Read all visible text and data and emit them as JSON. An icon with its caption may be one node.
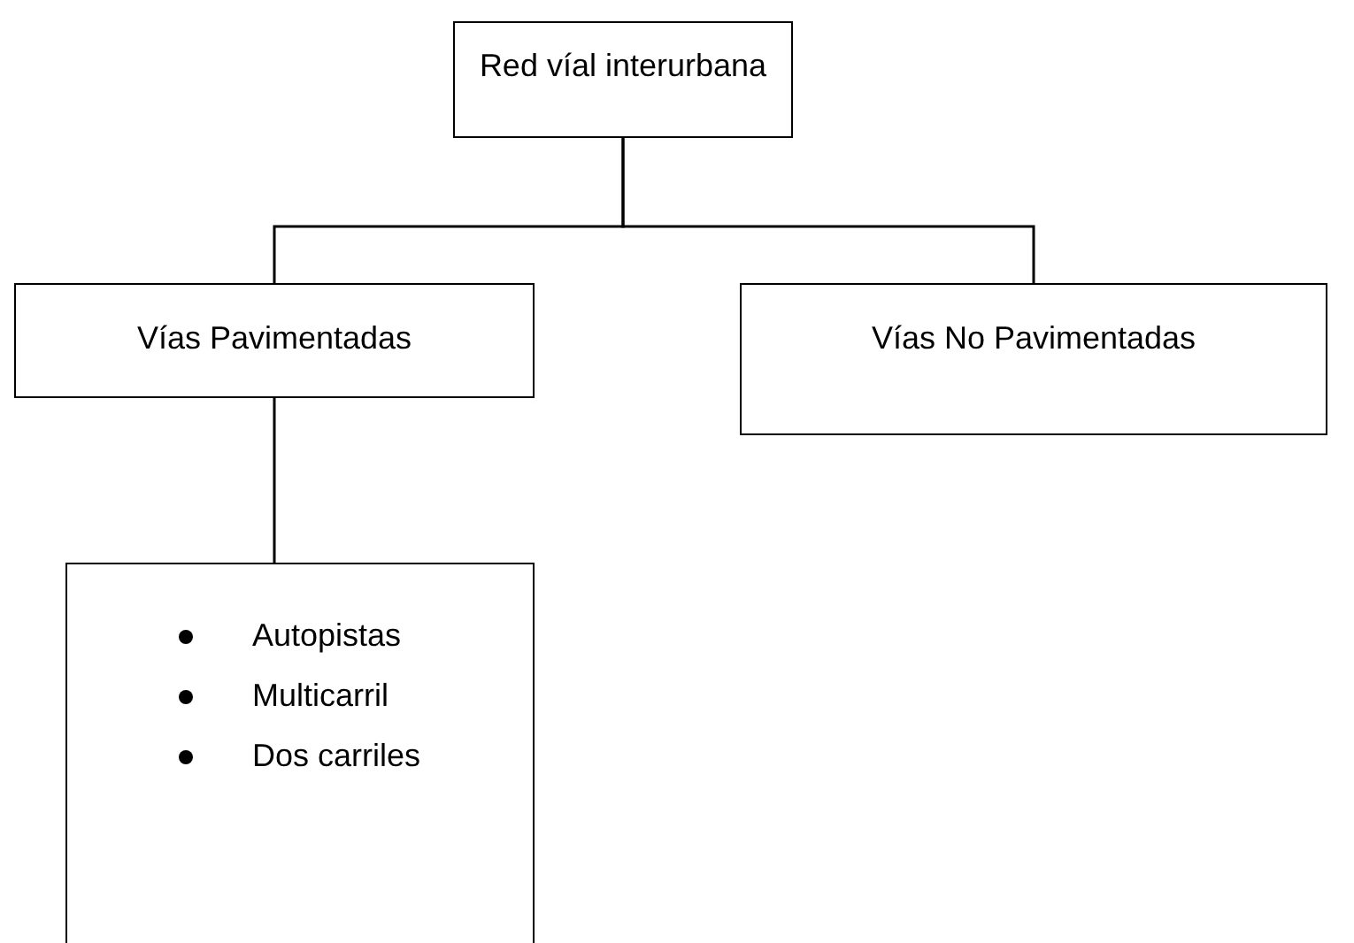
{
  "diagram": {
    "nodes": [
      {
        "text": [
          "Red víal interurbana"
        ]
      },
      {
        "text": [
          "Vías Pavimentadas"
        ]
      },
      {
        "text": [
          "Vías No Pavimentadas"
        ]
      },
      {
        "text": [
          "Autopistas",
          "Multicarril",
          "Dos carriles"
        ]
      }
    ],
    "edges": [
      {
        "from": 0,
        "to": 1,
        "arrow": "none"
      },
      {
        "from": 0,
        "to": 2,
        "arrow": "none"
      },
      {
        "from": 1,
        "to": 3,
        "arrow": "none"
      }
    ]
  }
}
